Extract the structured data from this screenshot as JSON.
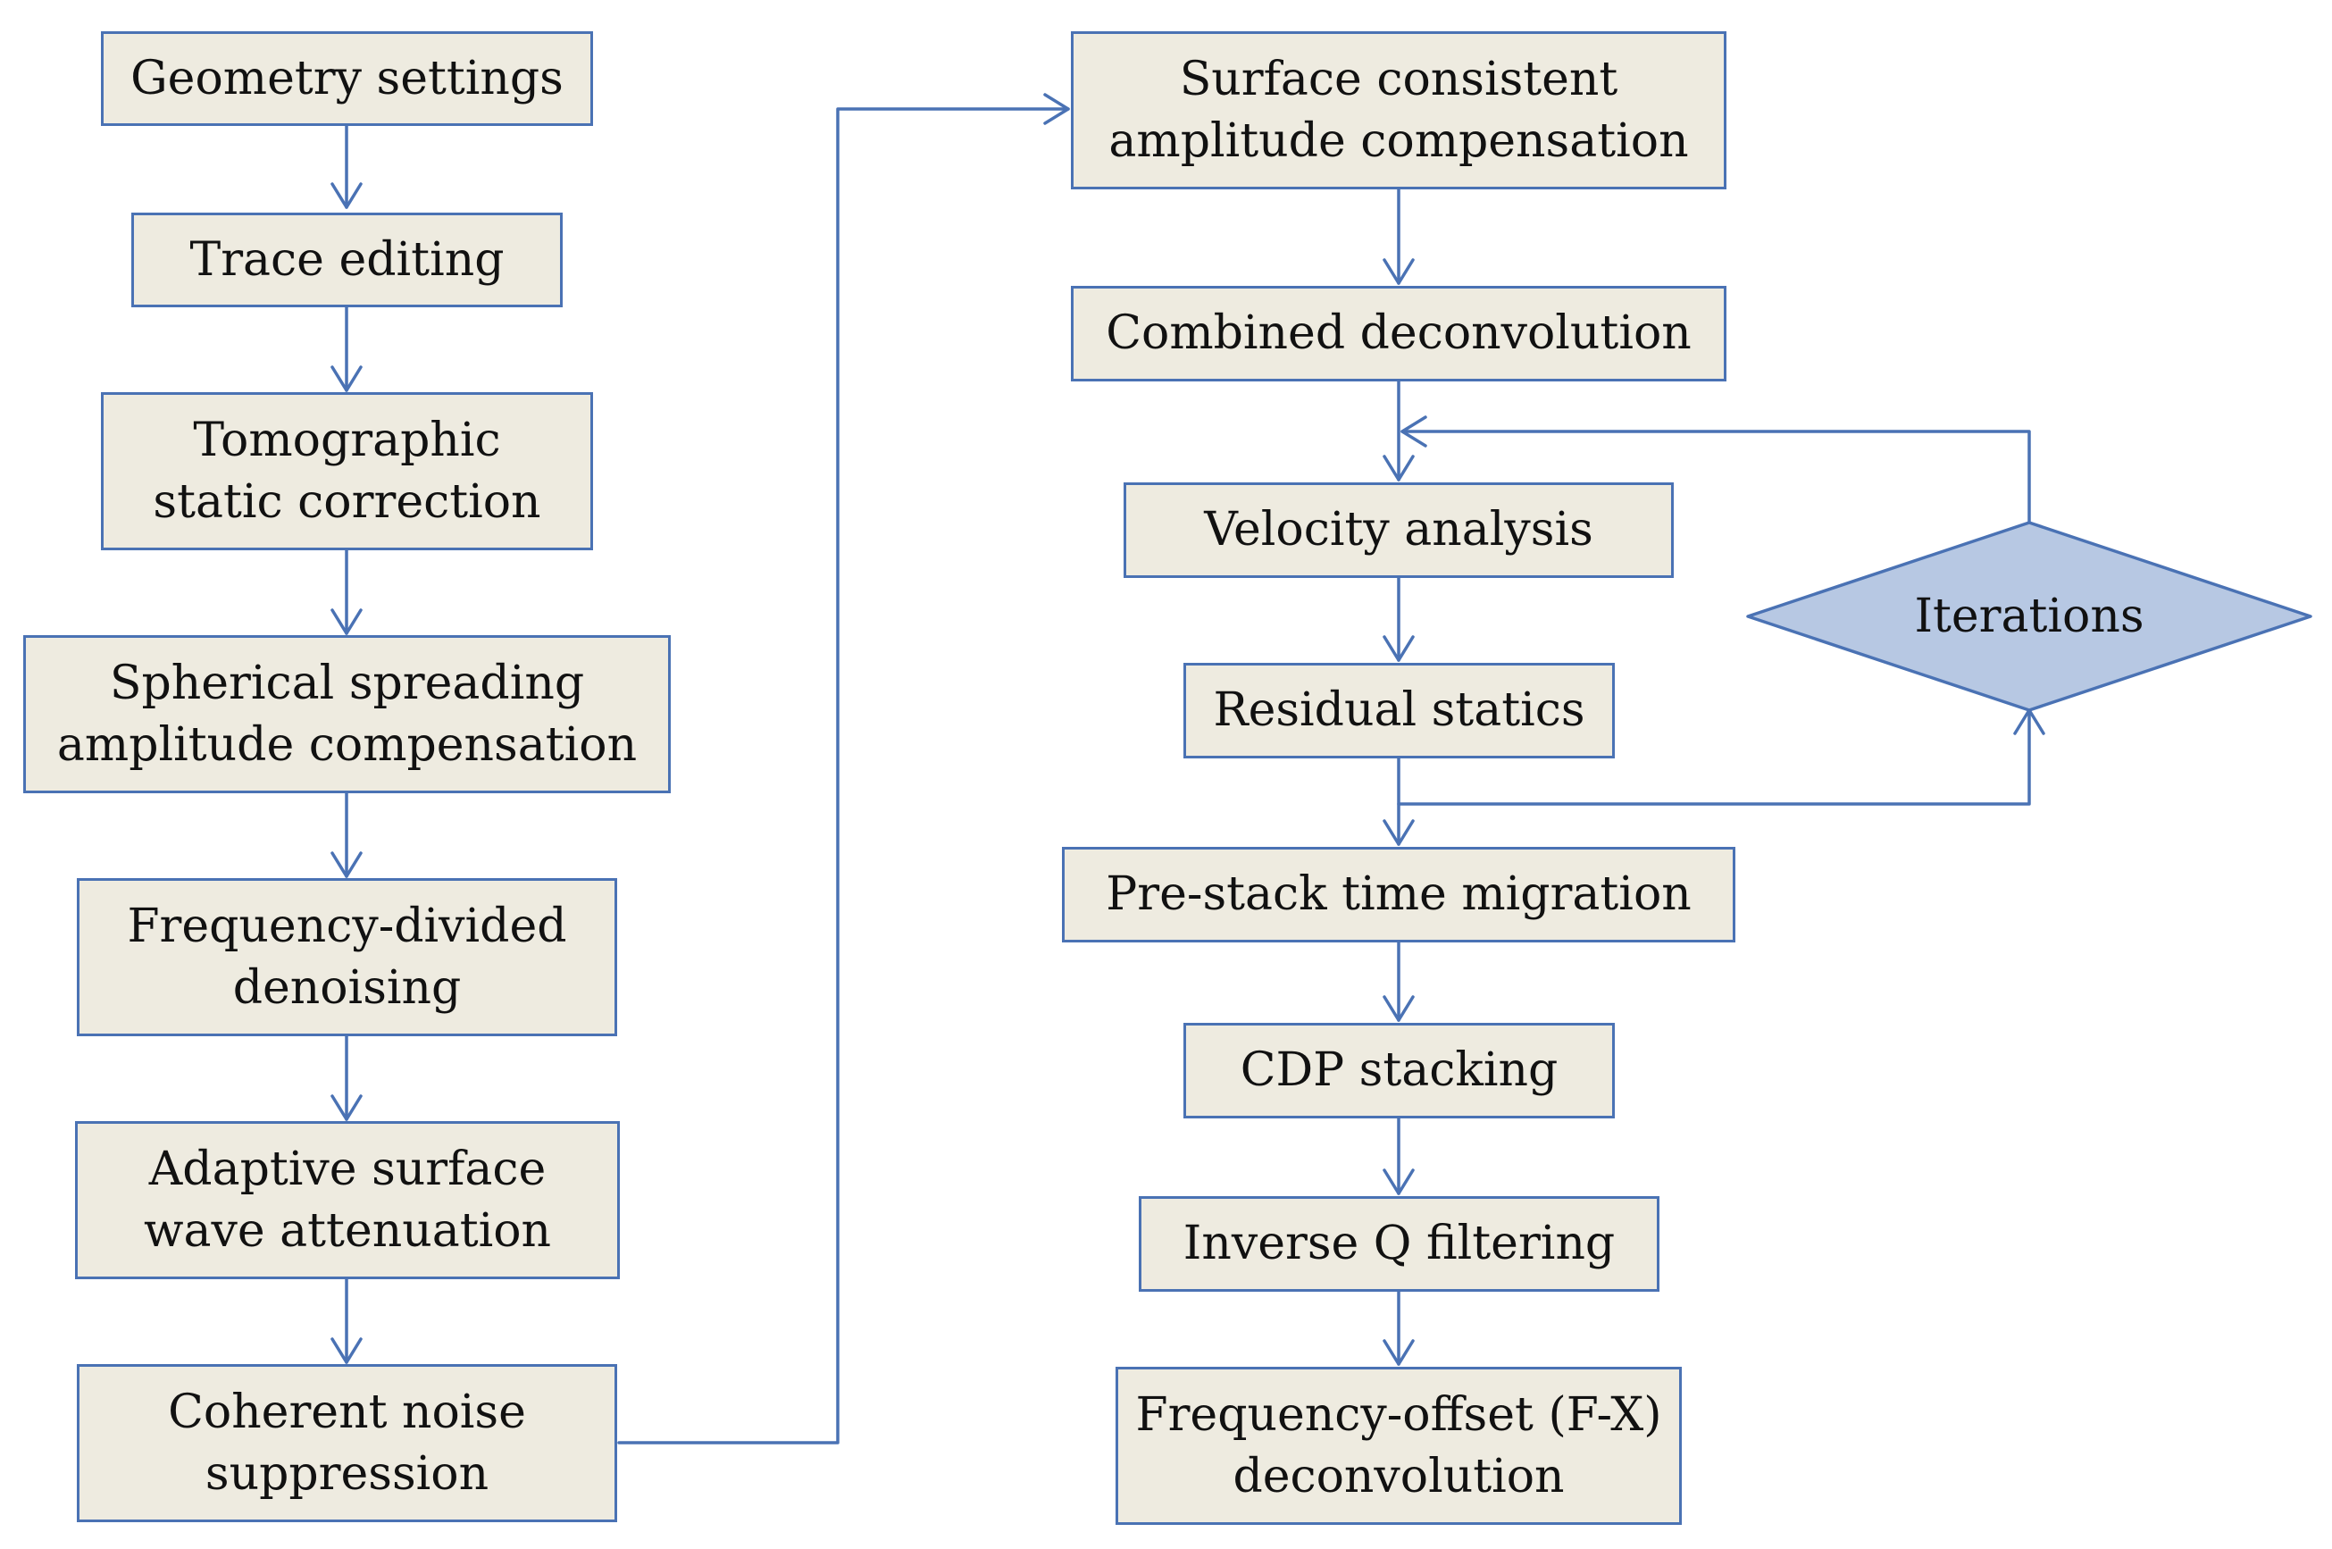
{
  "colors": {
    "line": "#4a72b4",
    "box_fill": "#eeebe0",
    "diamond_fill": "#b7c8e3"
  },
  "left_column": {
    "geometry_settings": "Geometry settings",
    "trace_editing": "Trace editing",
    "tomographic_1": "Tomographic",
    "tomographic_2": "static correction",
    "spherical_1": "Spherical spreading",
    "spherical_2": "amplitude compensation",
    "frequency_divided_1": "Frequency-divided",
    "frequency_divided_2": "denoising",
    "adaptive_1": "Adaptive surface",
    "adaptive_2": "wave attenuation",
    "coherent_1": "Coherent noise",
    "coherent_2": "suppression"
  },
  "right_column": {
    "surface_consistent_1": "Surface consistent",
    "surface_consistent_2": "amplitude compensation",
    "combined_deconvolution": "Combined deconvolution",
    "velocity_analysis": "Velocity analysis",
    "residual_statics": "Residual statics",
    "prestack_migration": "Pre-stack time migration",
    "cdp_stacking": "CDP stacking",
    "inverse_q": "Inverse Q filtering",
    "fx_1": "Frequency-offset (F-X)",
    "fx_2": "deconvolution"
  },
  "loop": {
    "iterations": "Iterations"
  }
}
